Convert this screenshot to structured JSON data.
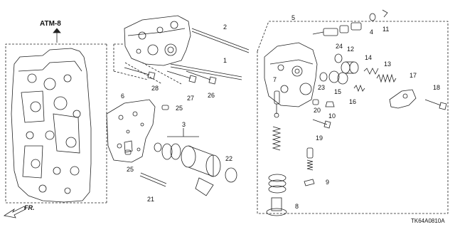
{
  "reference_label": "ATM-8",
  "direction_label": "FR.",
  "diagram_code": "TK64A0810A",
  "callouts": [
    {
      "id": "1",
      "text": "1"
    },
    {
      "id": "2",
      "text": "2"
    },
    {
      "id": "3",
      "text": "3"
    },
    {
      "id": "4",
      "text": "4"
    },
    {
      "id": "5",
      "text": "5"
    },
    {
      "id": "6",
      "text": "6"
    },
    {
      "id": "7",
      "text": "7"
    },
    {
      "id": "8",
      "text": "8"
    },
    {
      "id": "9",
      "text": "9"
    },
    {
      "id": "10",
      "text": "10"
    },
    {
      "id": "11",
      "text": "11"
    },
    {
      "id": "12",
      "text": "12"
    },
    {
      "id": "13",
      "text": "13"
    },
    {
      "id": "14",
      "text": "14"
    },
    {
      "id": "15",
      "text": "15"
    },
    {
      "id": "16",
      "text": "16"
    },
    {
      "id": "17",
      "text": "17"
    },
    {
      "id": "18",
      "text": "18"
    },
    {
      "id": "19",
      "text": "19"
    },
    {
      "id": "20",
      "text": "20"
    },
    {
      "id": "21",
      "text": "21"
    },
    {
      "id": "22",
      "text": "22"
    },
    {
      "id": "23",
      "text": "23"
    },
    {
      "id": "24",
      "text": "24"
    },
    {
      "id": "25a",
      "text": "25"
    },
    {
      "id": "25b",
      "text": "25"
    },
    {
      "id": "26",
      "text": "26"
    },
    {
      "id": "27",
      "text": "27"
    },
    {
      "id": "28",
      "text": "28"
    }
  ]
}
